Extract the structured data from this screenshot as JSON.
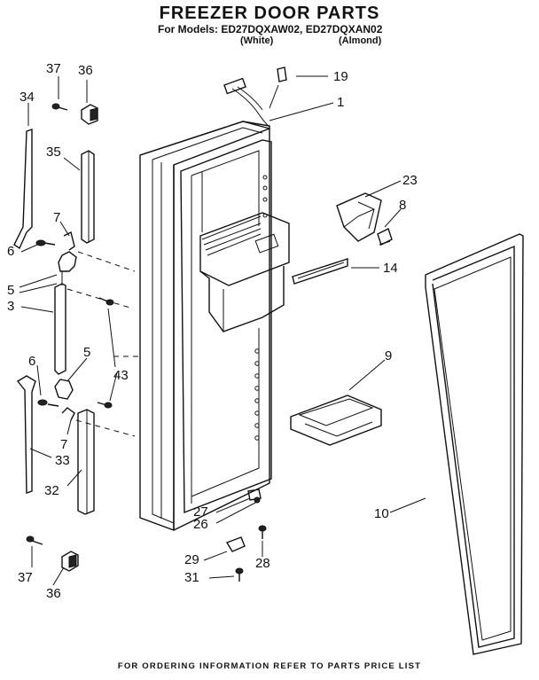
{
  "title": "FREEZER DOOR PARTS",
  "models_line": "For Models: ED27DQXAW02, ED27DQXAN02",
  "variant_white": "(White)",
  "variant_almond": "(Almond)",
  "footer": "FOR ORDERING INFORMATION REFER TO PARTS PRICE LIST",
  "callouts": {
    "c37_top": "37",
    "c36_top": "36",
    "c34": "34",
    "c35": "35",
    "c7_top": "7",
    "c6_top": "6",
    "c5_top": "5",
    "c3": "3",
    "c6_mid": "6",
    "c5_mid": "5",
    "c43": "43",
    "c7_mid": "7",
    "c33": "33",
    "c32": "32",
    "c37_bot": "37",
    "c36_bot": "36",
    "c19": "19",
    "c1": "1",
    "c23": "23",
    "c8": "8",
    "c14": "14",
    "c9": "9",
    "c10": "10",
    "c27": "27",
    "c26": "26",
    "c29": "29",
    "c28": "28",
    "c31": "31"
  }
}
